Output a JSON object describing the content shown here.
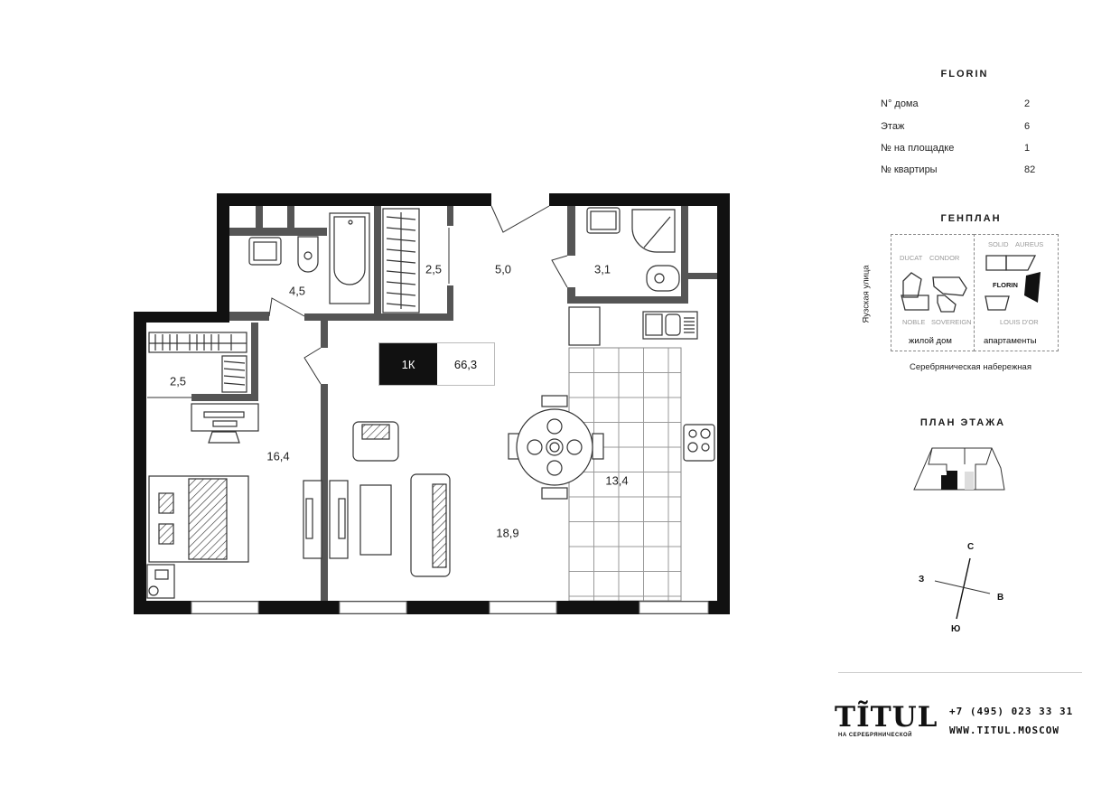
{
  "plan": {
    "badge": {
      "rooms": "1К",
      "total_area": "66,3"
    },
    "rooms": [
      {
        "id": "bathroom-main",
        "area": "4,5"
      },
      {
        "id": "storage-hall",
        "area": "2,5"
      },
      {
        "id": "hallway",
        "area": "5,0"
      },
      {
        "id": "bathroom-shower",
        "area": "3,1"
      },
      {
        "id": "wardrobe",
        "area": "2,5"
      },
      {
        "id": "bedroom",
        "area": "16,4"
      },
      {
        "id": "living-room",
        "area": "18,9"
      },
      {
        "id": "kitchen",
        "area": "13,4"
      }
    ]
  },
  "info": {
    "building_name": "FLORIN",
    "rows": [
      {
        "label": "N° дома",
        "value": "2"
      },
      {
        "label": "Этаж",
        "value": "6"
      },
      {
        "label": "№ на площадке",
        "value": "1"
      },
      {
        "label": "№ квартиры",
        "value": "82"
      }
    ]
  },
  "genplan": {
    "title": "ГЕНПЛАН",
    "residential": {
      "caption": "жилой дом",
      "buildings": [
        "DUCAT",
        "CONDOR",
        "NOBLE",
        "SOVEREIGN"
      ]
    },
    "apartments": {
      "caption": "апартаменты",
      "buildings": [
        "SOLID",
        "AUREUS",
        "FLORIN",
        "LOUIS D'OR"
      ],
      "active": "FLORIN"
    },
    "street_left": "Яузская улица",
    "street_bottom": "Серебряническая набережная"
  },
  "floor_plan": {
    "title": "ПЛАН ЭТАЖА"
  },
  "compass": {
    "north": "С",
    "west": "З",
    "east": "В",
    "south": "Ю"
  },
  "footer": {
    "logo": "TĨTUL",
    "logo_sub": "НА СЕРЕБРЯНИЧЕСКОЙ",
    "phone": "+7 (495) 023 33 31",
    "website": "WWW.TITUL.MOSCOW"
  },
  "colors": {
    "wall": "#111111",
    "partition": "#555555",
    "tile": "#9a9a9a",
    "accent": "#111111"
  }
}
